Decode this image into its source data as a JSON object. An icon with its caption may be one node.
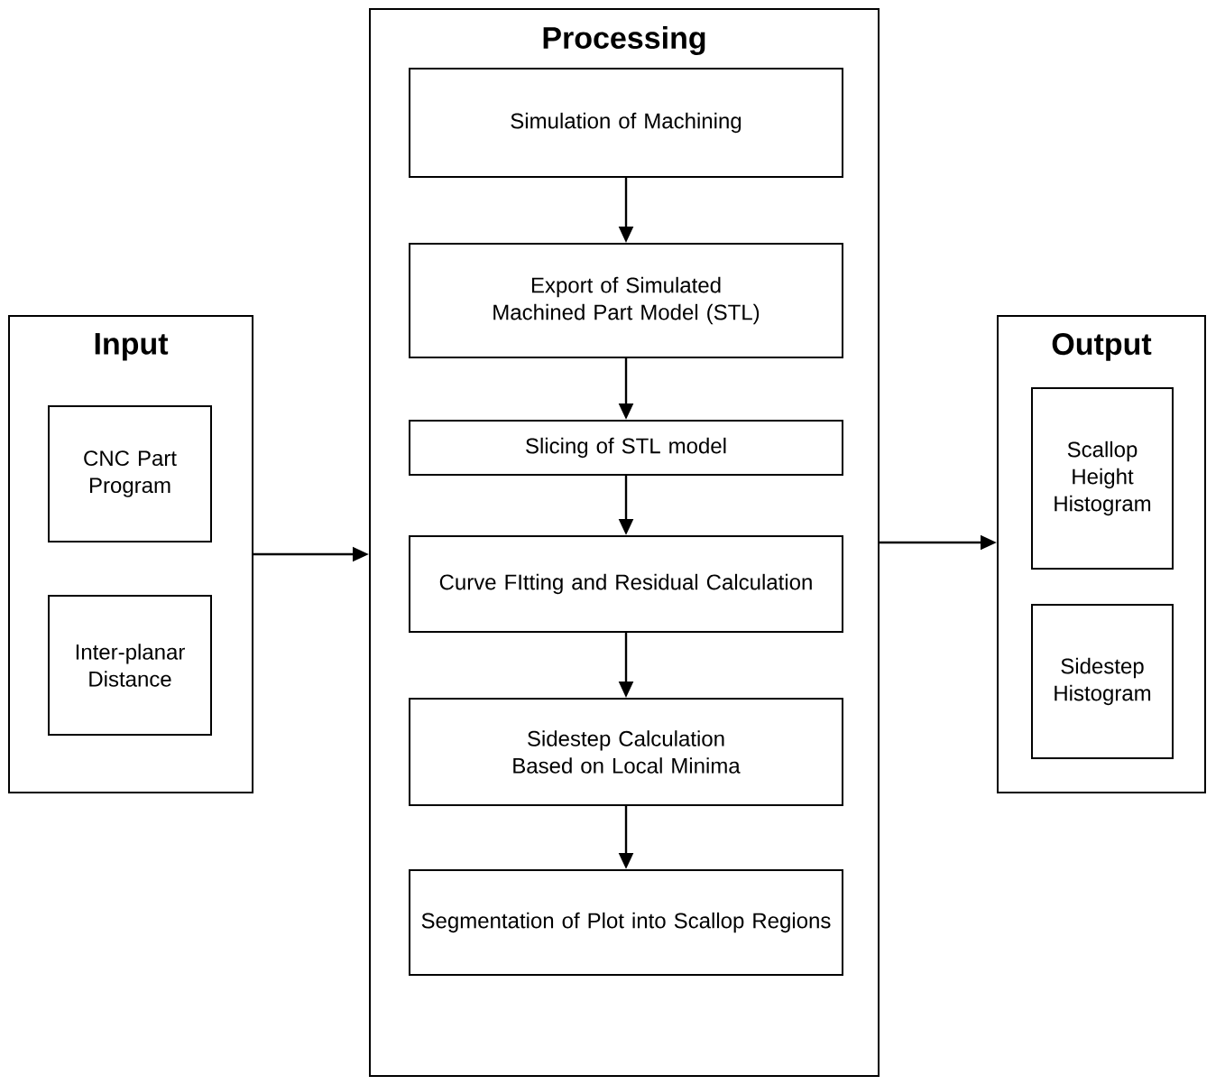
{
  "diagram": {
    "nodes": [
      {
        "text": [
          "Input"
        ]
      },
      {
        "text": [
          "CNC Part Program"
        ],
        "in": 0
      },
      {
        "text": [
          "Inter-planar Distance"
        ],
        "in": 0
      },
      {
        "text": [
          "Processing"
        ]
      },
      {
        "text": [
          "Simulation of Machining"
        ],
        "in": 3
      },
      {
        "text": [
          "Export of Simulated Machined Part Model (STL)"
        ],
        "in": 3
      },
      {
        "text": [
          "Slicing of STL model"
        ],
        "in": 3
      },
      {
        "text": [
          "Curve FItting and Residual Calculation"
        ],
        "in": 3
      },
      {
        "text": [
          "Sidestep Calculation Based on Local Minima"
        ],
        "in": 3
      },
      {
        "text": [
          "Segmentation of Plot into Scallop Regions"
        ],
        "in": 3
      },
      {
        "text": [
          "Output"
        ]
      },
      {
        "text": [
          "Scallop Height Histogram"
        ],
        "in": 10
      },
      {
        "text": [
          "Sidestep Histogram"
        ],
        "in": 10
      }
    ],
    "edges": [
      {
        "from": 0,
        "to": 3,
        "arrow": "to"
      },
      {
        "from": 3,
        "to": 10,
        "arrow": "to"
      },
      {
        "from": 4,
        "to": 5,
        "arrow": "to"
      },
      {
        "from": 5,
        "to": 6,
        "arrow": "to"
      },
      {
        "from": 6,
        "to": 7,
        "arrow": "to"
      },
      {
        "from": 7,
        "to": 8,
        "arrow": "to"
      },
      {
        "from": 8,
        "to": 9,
        "arrow": "to"
      }
    ]
  }
}
